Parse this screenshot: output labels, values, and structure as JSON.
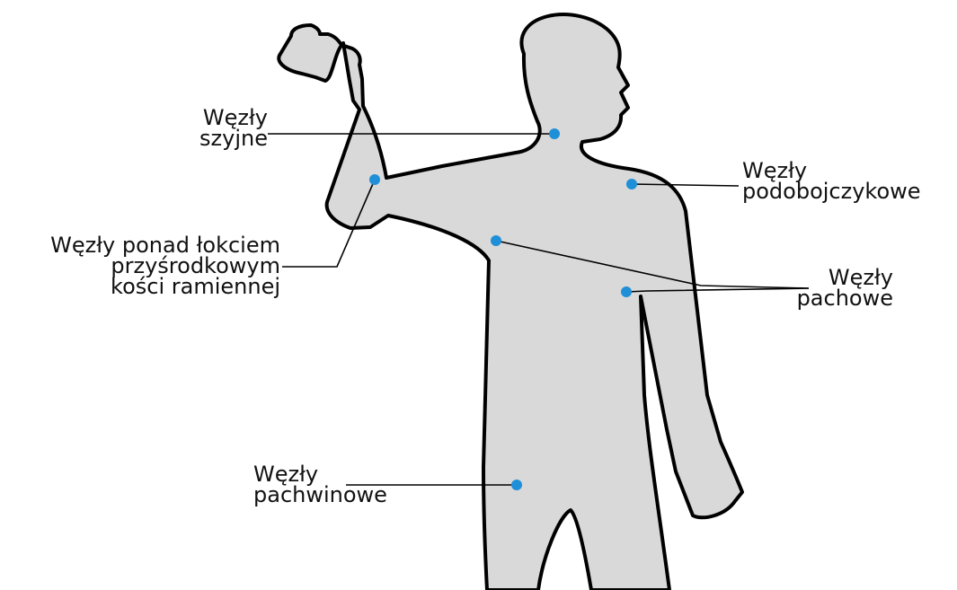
{
  "colors": {
    "body_fill": "#d9d9d9",
    "body_outline": "#000000",
    "node_marker": "#1f8fd8",
    "leader_line": "#000000",
    "text": "#111111"
  },
  "labels": {
    "cervical": {
      "line1": "Węzły",
      "line2": "szyjne"
    },
    "subclavian": {
      "line1": "Węzły",
      "line2": "podobojczykowe"
    },
    "epitrochlear": {
      "line1": "Węzły ponad łokciem",
      "line2": "przyśrodkowym",
      "line3": "kości ramiennej"
    },
    "axillary": {
      "line1": "Węzły",
      "line2": "pachowe"
    },
    "inguinal": {
      "line1": "Węzły",
      "line2": "pachwinowe"
    }
  }
}
